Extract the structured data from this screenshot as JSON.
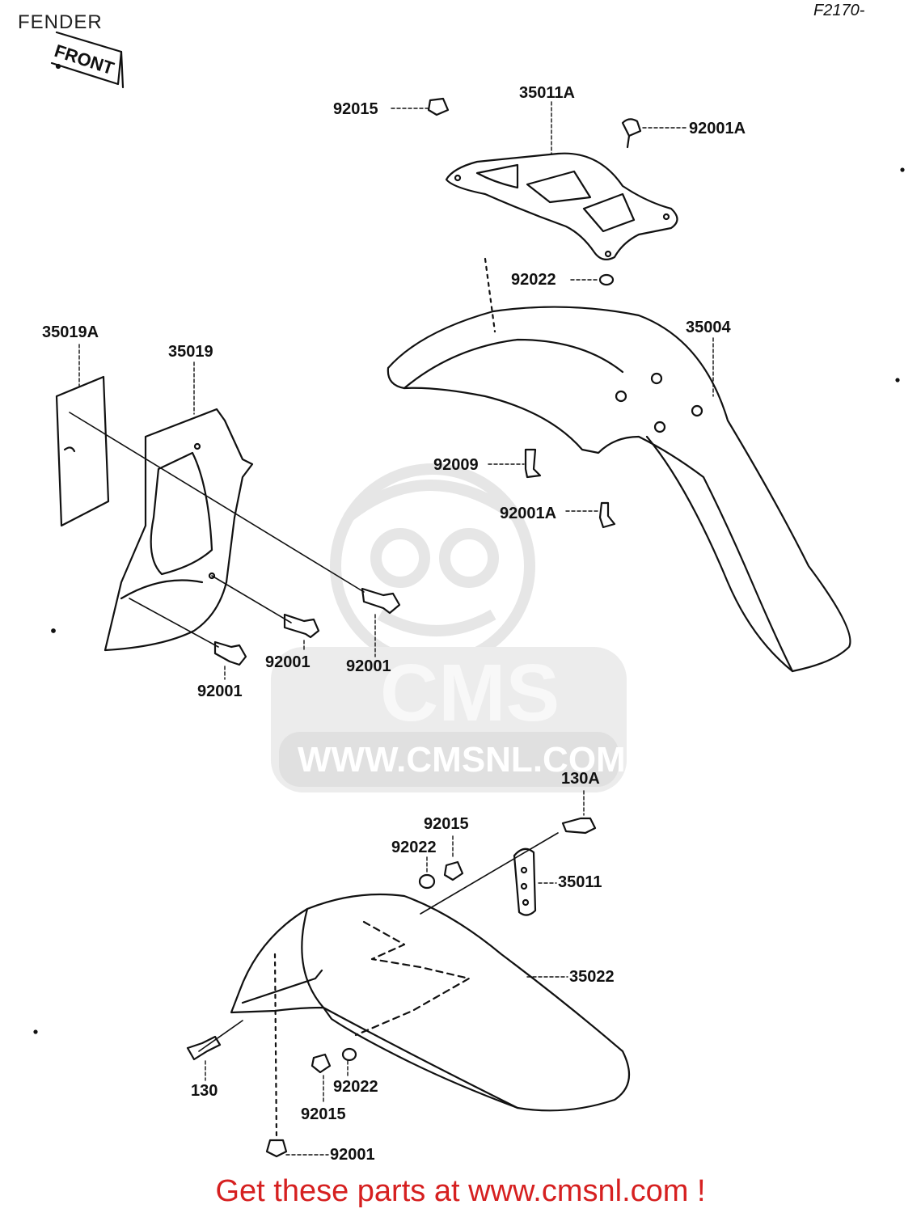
{
  "header": {
    "title": "FENDER",
    "diagram_code": "F2170-"
  },
  "front_marker": "FRONT",
  "watermark": {
    "logo": "CMS",
    "url": "WWW.CMSNL.COM"
  },
  "parts": {
    "p92015_top": "92015",
    "p35011A": "35011A",
    "p92001A_top": "92001A",
    "p92022_top": "92022",
    "p35004": "35004",
    "p35019A": "35019A",
    "p35019": "35019",
    "p92009": "92009",
    "p92001A_mid": "92001A",
    "p92001_a": "92001",
    "p92001_b": "92001",
    "p92001_c": "92001",
    "p130A": "130A",
    "p92015_b": "92015",
    "p92022_b": "92022",
    "p35011": "35011",
    "p35022": "35022",
    "p130": "130",
    "p92022_c": "92022",
    "p92015_c": "92015",
    "p92001_d": "92001"
  },
  "footer": {
    "text": "Get these parts at www.cmsnl.com !"
  },
  "colors": {
    "line": "#111111",
    "footer": "#d62020",
    "watermark": "#e4e4e4"
  }
}
